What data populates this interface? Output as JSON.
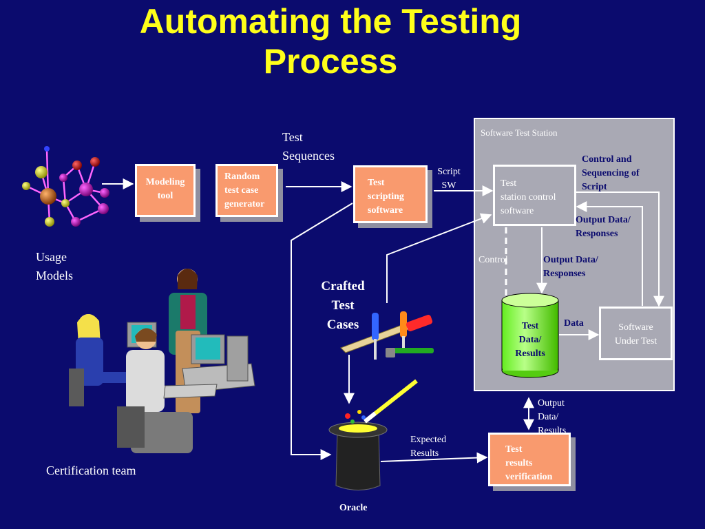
{
  "title": "Automating the Testing\nProcess",
  "station_title": "Software Test Station",
  "boxes": {
    "modeling": "Modeling\ntool",
    "generator": "Random\ntest case\ngenerator",
    "scripting": "Test\nscripting\nsoftware",
    "control": "Test\nstation control\nsoftware",
    "sut": "Software\nUnder Test",
    "verification": "Test\nresults\nverification",
    "database": "Test\nData/\nResults"
  },
  "labels": {
    "test_sequences": "Test\nSequences",
    "usage_models": "Usage\nModels",
    "script_sw": "Script\nSW",
    "control_seq": "Control and\nSequencing of\nScript",
    "output_responses_1": "Output Data/\nResponses",
    "output_responses_2": "Output Data/\nResponses",
    "control": "Control",
    "data": "Data",
    "crafted": "Crafted\nTest\nCases",
    "output_results": "Output\nData/\nResults",
    "expected": "Expected\nResults",
    "oracle": "Oracle",
    "certification": "Certification team"
  }
}
